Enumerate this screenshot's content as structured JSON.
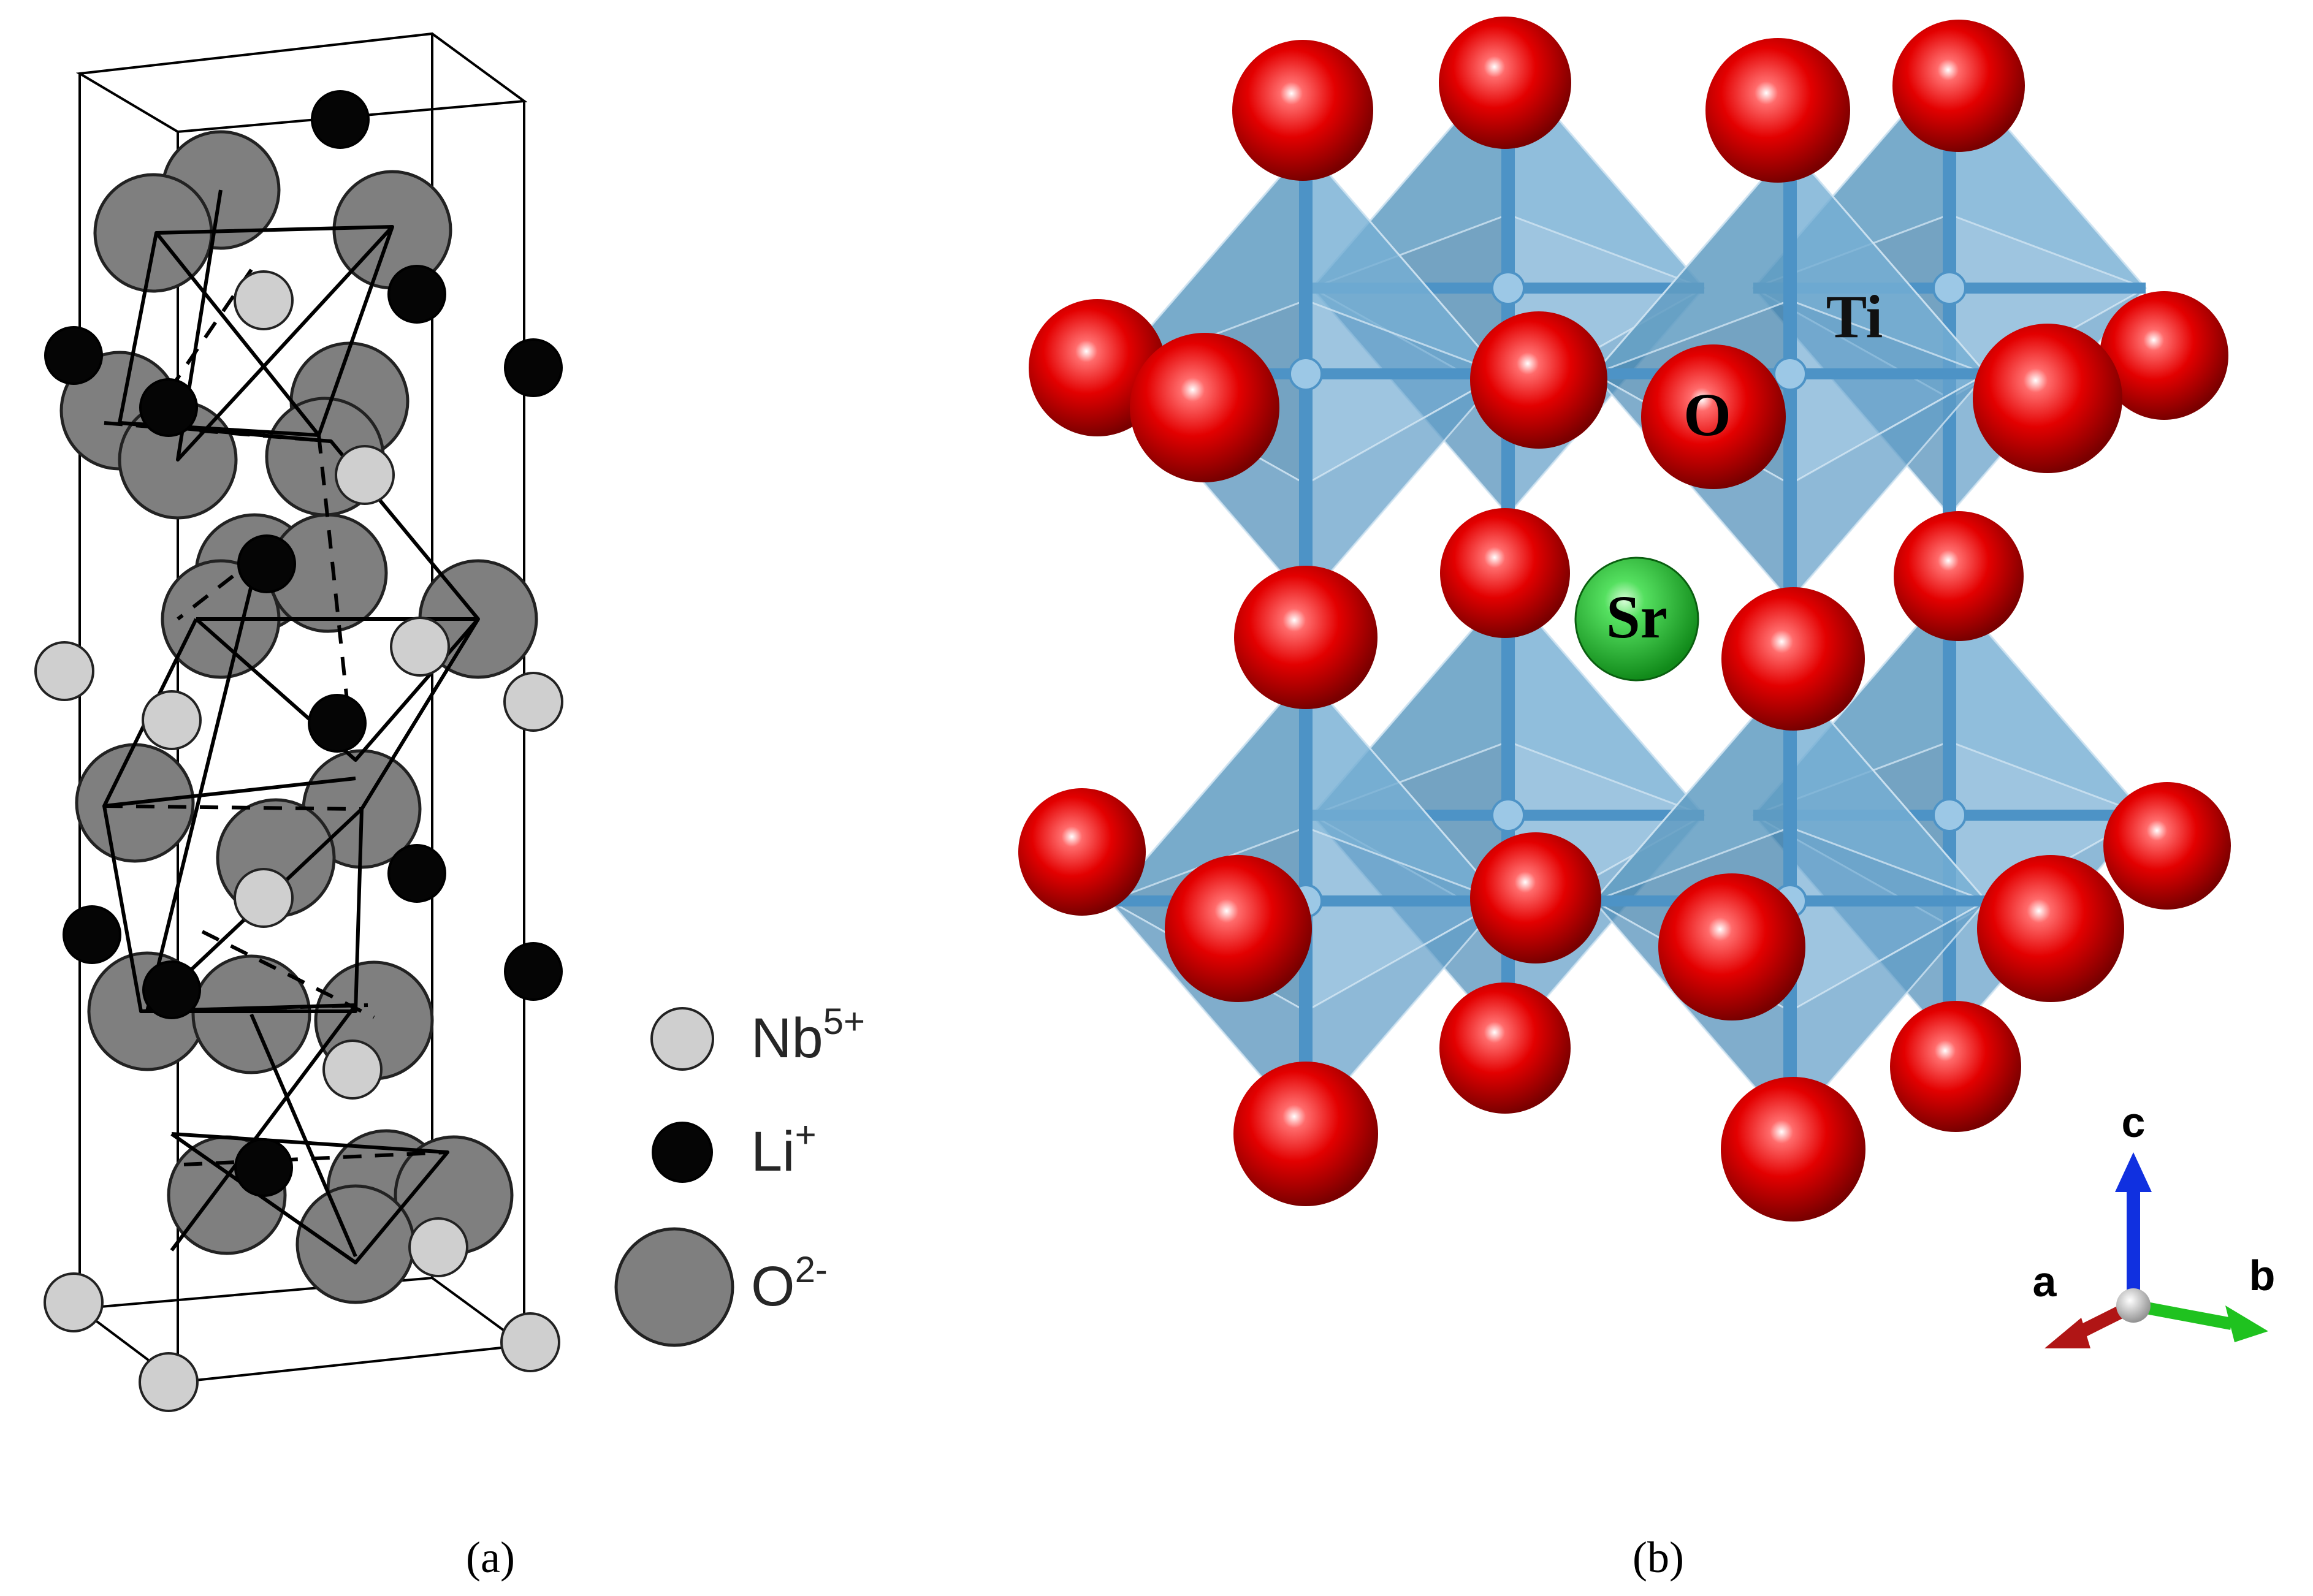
{
  "panel_a": {
    "caption": "(a)",
    "legend": [
      {
        "ion": "Nb",
        "charge": "5+",
        "color": "#cfcfcf"
      },
      {
        "ion": "Li",
        "charge": "+",
        "color": "#050505"
      },
      {
        "ion": "O",
        "charge": "2-",
        "color": "#7f7f7f"
      }
    ]
  },
  "panel_b": {
    "caption": "(b)",
    "labels": {
      "ti": "Ti",
      "o": "O",
      "sr": "Sr"
    },
    "axes": {
      "a": "a",
      "b": "b",
      "c": "c"
    },
    "colors": {
      "oxygen": "#e10000",
      "strontium": "#22cc33",
      "octahedron": "#5b9bc8",
      "axis_a": "#b01515",
      "axis_b": "#1fc21f",
      "axis_c": "#1030e0"
    }
  }
}
